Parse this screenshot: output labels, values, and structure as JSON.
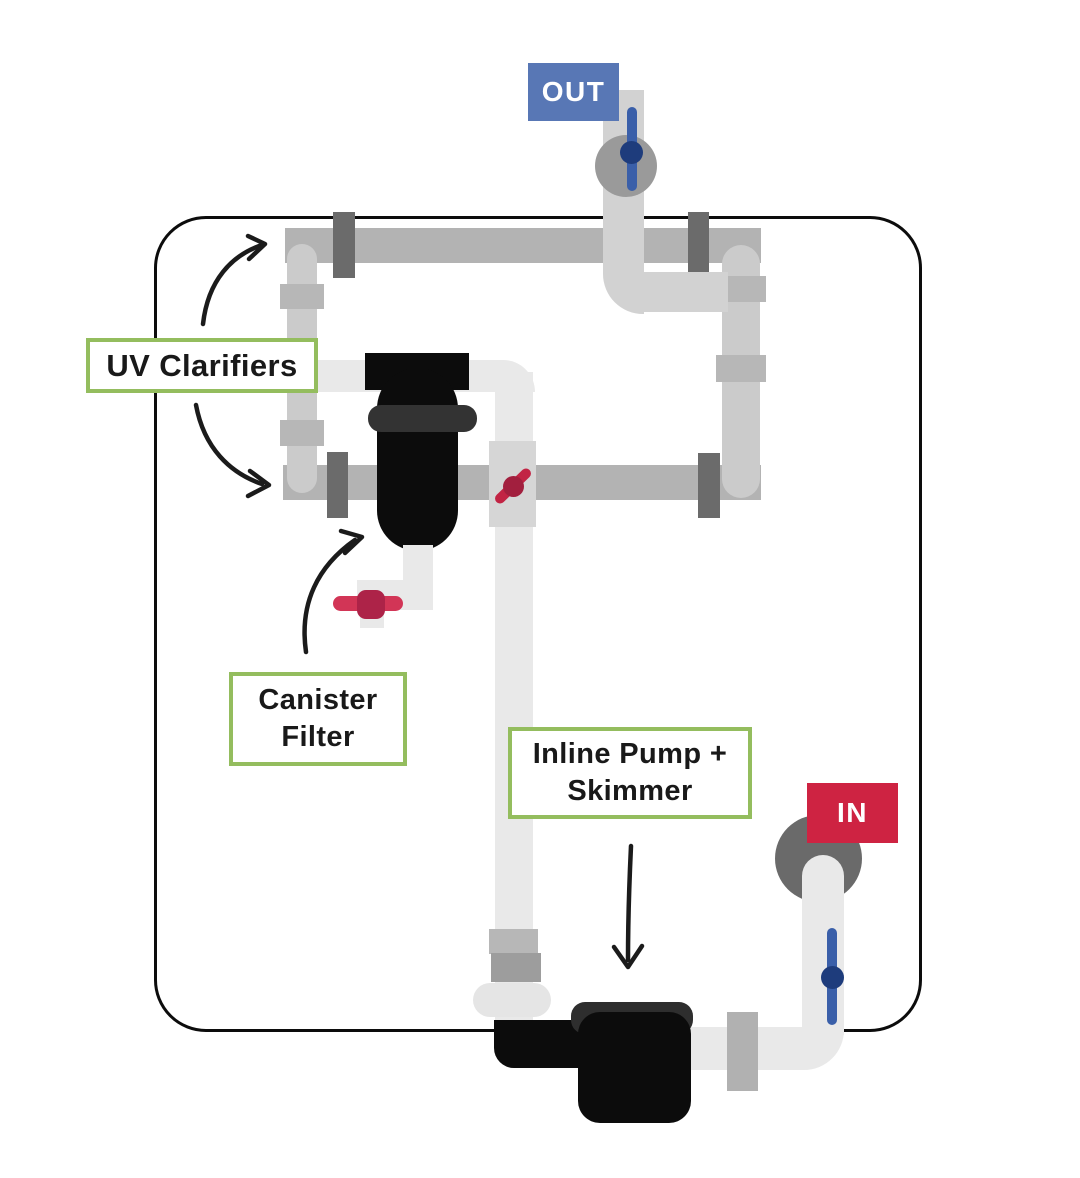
{
  "diagram": {
    "description": "Pond filtration plumbing diagram",
    "labels": {
      "uv_clarifiers": {
        "text": "UV Clarifiers"
      },
      "canister_filter": {
        "line1": "Canister",
        "line2": "Filter"
      },
      "inline_pump_skimmer": {
        "line1": "Inline Pump +",
        "line2": "Skimmer"
      }
    },
    "ports": {
      "out": {
        "label": "OUT",
        "color": "#5877b5"
      },
      "in": {
        "label": "IN",
        "color": "#ce2342"
      }
    },
    "colors": {
      "label_border": "#94bd5e",
      "label_text": "#191919",
      "outline": "#0c0c0c",
      "arrow": "#1b1b1b",
      "valve_handle_blue": "#3a5fa9",
      "valve_knob_blue": "#1e3c7c",
      "valve_lever_red": "#c22444",
      "valve_knob_red": "#a21f3e",
      "drain_handle_red": "#d23556",
      "drain_knob_red": "#ad2348",
      "out_port_body": "#9a9a9a",
      "in_port_body": "#6a6a6a"
    }
  }
}
